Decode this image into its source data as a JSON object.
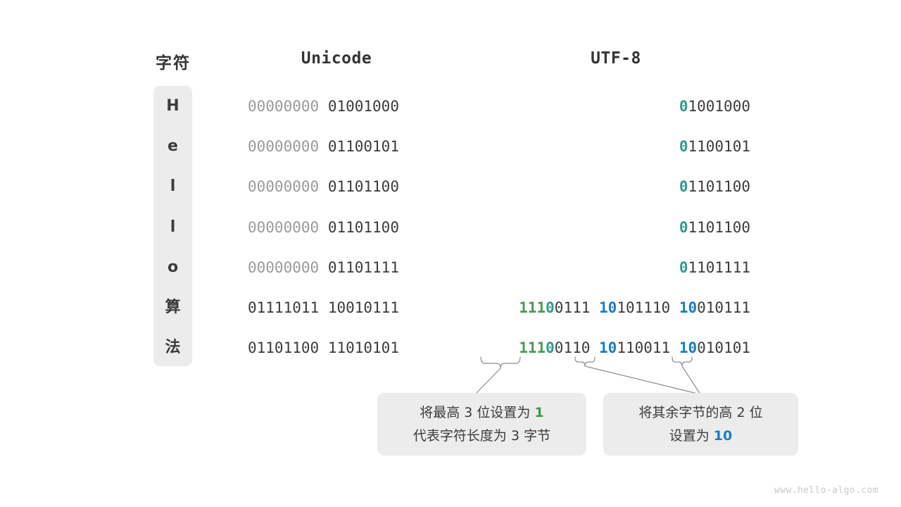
{
  "headers": {
    "char": "字符",
    "unicode": "Unicode",
    "utf8": "UTF-8"
  },
  "rows": [
    {
      "char": "H",
      "unicode": [
        {
          "text": "00000000",
          "style": "dim"
        },
        {
          "text": " ",
          "style": "dim"
        },
        {
          "text": "01001000",
          "style": "dark"
        }
      ],
      "utf8": [
        {
          "text": "0",
          "style": "teal"
        },
        {
          "text": "1001000",
          "style": "dark"
        }
      ]
    },
    {
      "char": "e",
      "unicode": [
        {
          "text": "00000000",
          "style": "dim"
        },
        {
          "text": " ",
          "style": "dim"
        },
        {
          "text": "01100101",
          "style": "dark"
        }
      ],
      "utf8": [
        {
          "text": "0",
          "style": "teal"
        },
        {
          "text": "1100101",
          "style": "dark"
        }
      ]
    },
    {
      "char": "l",
      "unicode": [
        {
          "text": "00000000",
          "style": "dim"
        },
        {
          "text": " ",
          "style": "dim"
        },
        {
          "text": "01101100",
          "style": "dark"
        }
      ],
      "utf8": [
        {
          "text": "0",
          "style": "teal"
        },
        {
          "text": "1101100",
          "style": "dark"
        }
      ]
    },
    {
      "char": "l",
      "unicode": [
        {
          "text": "00000000",
          "style": "dim"
        },
        {
          "text": " ",
          "style": "dim"
        },
        {
          "text": "01101100",
          "style": "dark"
        }
      ],
      "utf8": [
        {
          "text": "0",
          "style": "teal"
        },
        {
          "text": "1101100",
          "style": "dark"
        }
      ]
    },
    {
      "char": "o",
      "unicode": [
        {
          "text": "00000000",
          "style": "dim"
        },
        {
          "text": " ",
          "style": "dim"
        },
        {
          "text": "01101111",
          "style": "dark"
        }
      ],
      "utf8": [
        {
          "text": "0",
          "style": "teal"
        },
        {
          "text": "1101111",
          "style": "dark"
        }
      ]
    },
    {
      "char": "算",
      "unicode": [
        {
          "text": "01111011",
          "style": "dark"
        },
        {
          "text": " ",
          "style": "dark"
        },
        {
          "text": "10010111",
          "style": "dark"
        }
      ],
      "utf8": [
        {
          "text": "111",
          "style": "green"
        },
        {
          "text": "0",
          "style": "teal"
        },
        {
          "text": "0111",
          "style": "dark"
        },
        {
          "text": " ",
          "style": "dark"
        },
        {
          "text": "10",
          "style": "blue"
        },
        {
          "text": "101110",
          "style": "dark"
        },
        {
          "text": " ",
          "style": "dark"
        },
        {
          "text": "10",
          "style": "blue"
        },
        {
          "text": "010111",
          "style": "dark"
        }
      ]
    },
    {
      "char": "法",
      "unicode": [
        {
          "text": "01101100",
          "style": "dark"
        },
        {
          "text": " ",
          "style": "dark"
        },
        {
          "text": "11010101",
          "style": "dark"
        }
      ],
      "utf8": [
        {
          "text": "111",
          "style": "green"
        },
        {
          "text": "0",
          "style": "teal"
        },
        {
          "text": "0110",
          "style": "dark"
        },
        {
          "text": " ",
          "style": "dark"
        },
        {
          "text": "10",
          "style": "blue"
        },
        {
          "text": "110011",
          "style": "dark"
        },
        {
          "text": " ",
          "style": "dark"
        },
        {
          "text": "10",
          "style": "blue"
        },
        {
          "text": "010101",
          "style": "dark"
        }
      ]
    }
  ],
  "callouts": [
    {
      "lines": [
        [
          {
            "text": "将最高 3 位设置为 ",
            "style": "plain"
          },
          {
            "text": "1",
            "style": "green"
          }
        ],
        [
          {
            "text": "代表字符长度为 3 字节",
            "style": "plain"
          }
        ]
      ]
    },
    {
      "lines": [
        [
          {
            "text": "将其余字节的高 2 位",
            "style": "plain"
          }
        ],
        [
          {
            "text": "设置为 ",
            "style": "plain"
          },
          {
            "text": "10",
            "style": "blue"
          }
        ]
      ]
    }
  ],
  "watermark": "www.hello-algo.com",
  "colors": {
    "green": "#4c9a56",
    "teal": "#2f9c8c",
    "blue": "#1a7ec2",
    "dark": "#3b3b3b",
    "dim": "#9a9a9a",
    "panel": "#ececec",
    "background": "#ffffff"
  }
}
